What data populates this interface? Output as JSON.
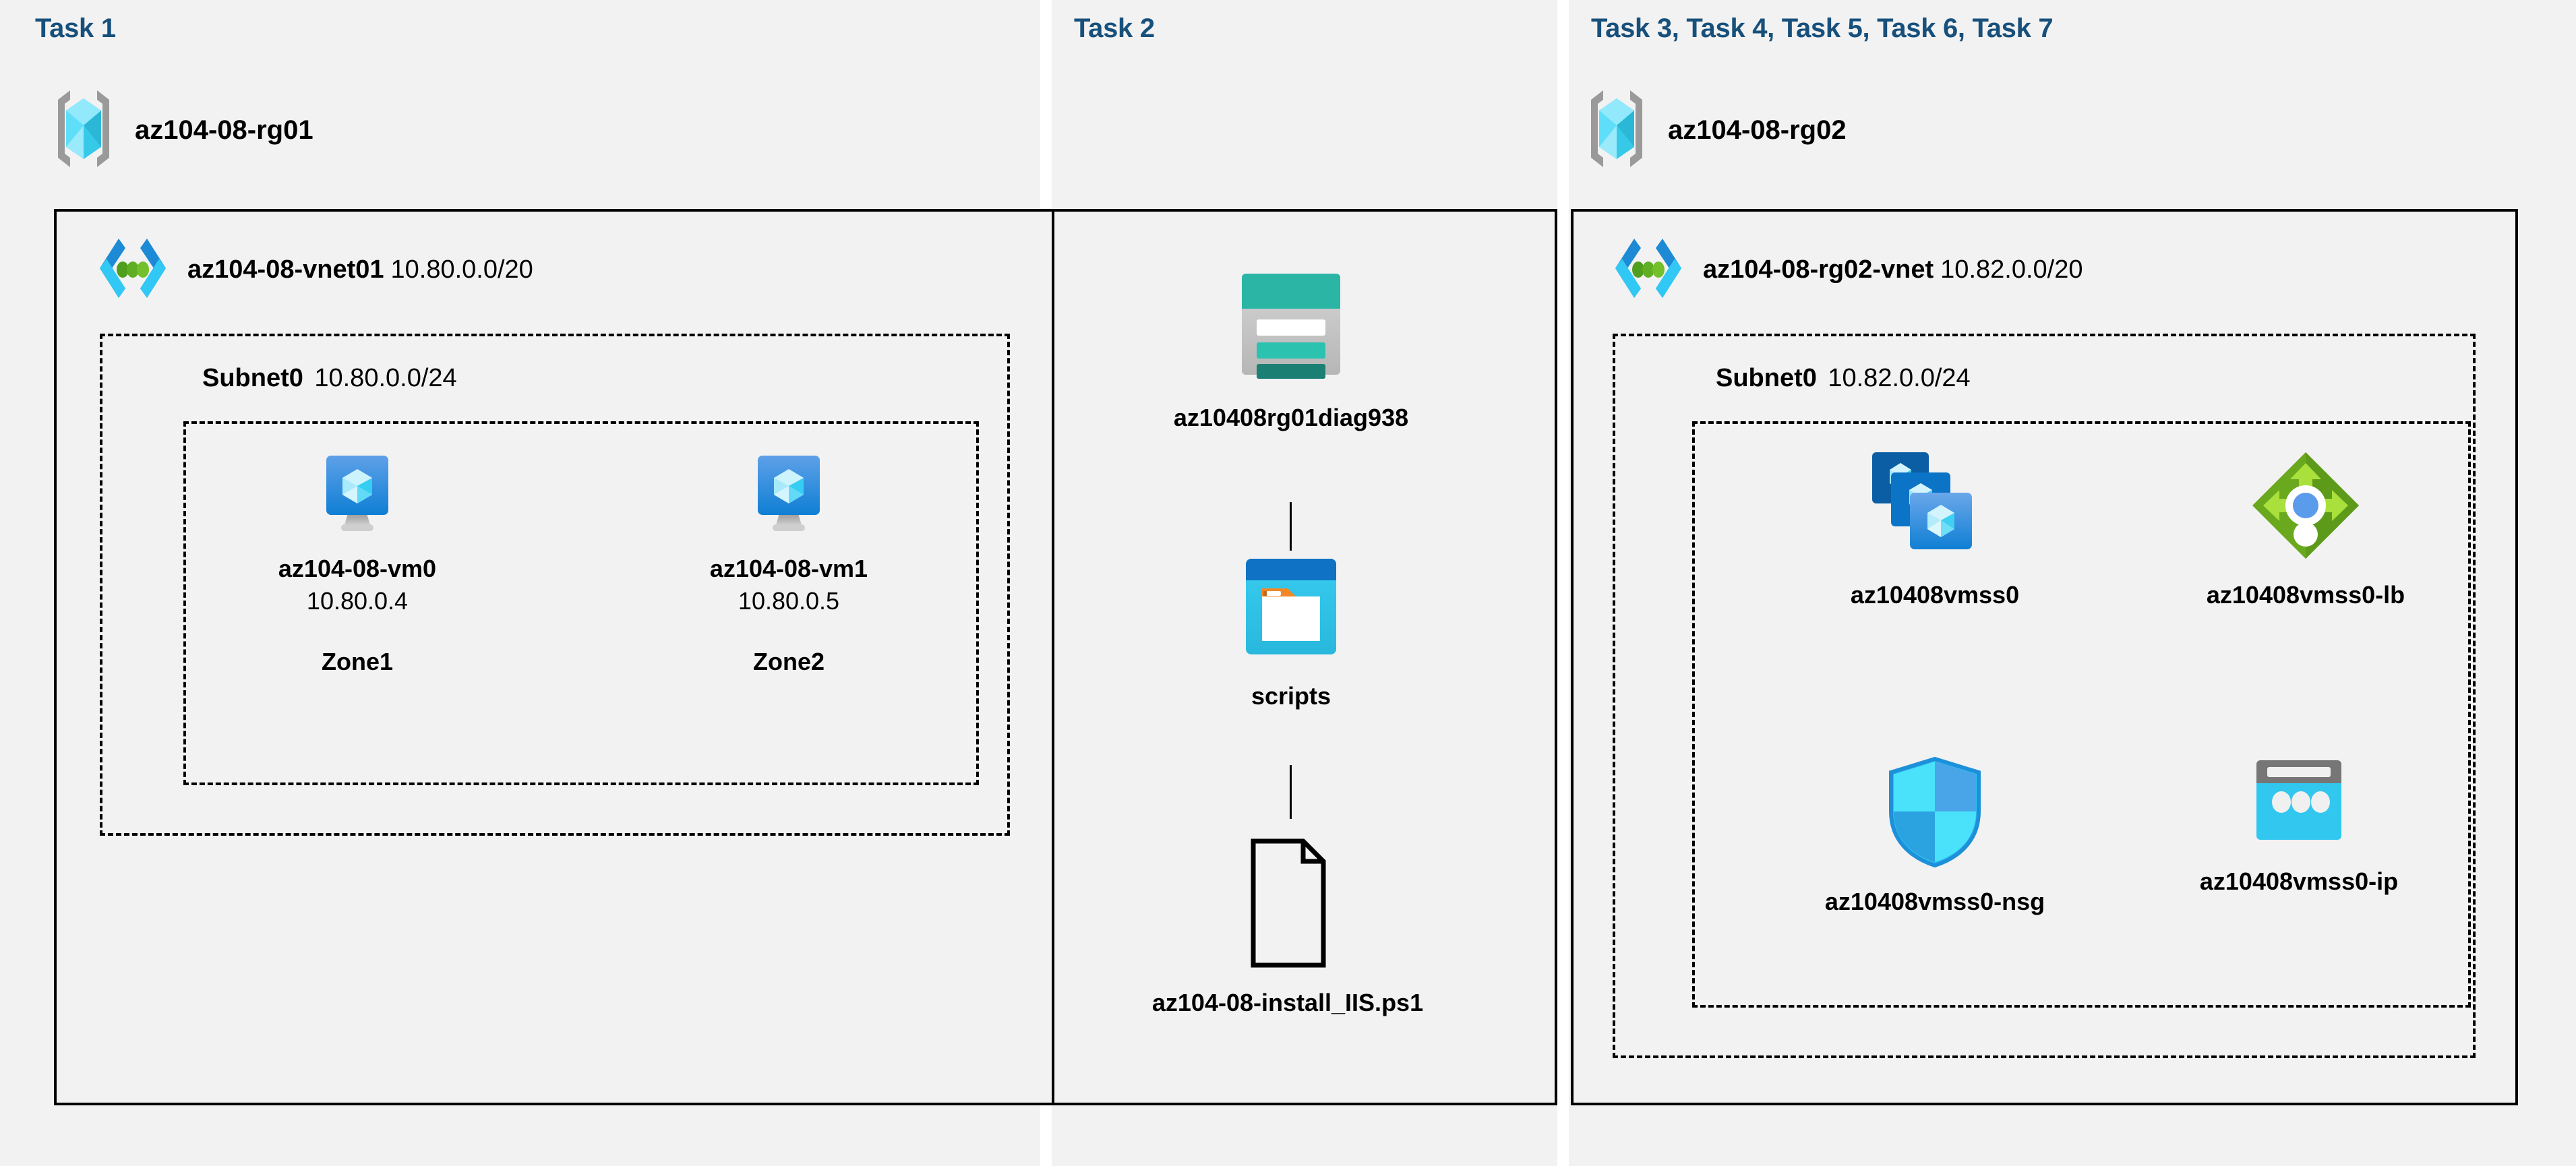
{
  "columns": [
    {
      "id": "task1",
      "header": "Task 1"
    },
    {
      "id": "task2",
      "header": "Task 2"
    },
    {
      "id": "task3",
      "header": "Task 3, Task 4, Task 5, Task 6, Task 7"
    }
  ],
  "colors": {
    "task_header": "#18507c",
    "panel_background": "#f2f2f2",
    "canvas_background": "#ffffff",
    "border": "#000000",
    "vm_icon_blue": "#0078d4",
    "vnet_icon_blue": "#1d8ad6",
    "vnet_icon_green": "#57a300",
    "storage_teal": "#2bb5a5",
    "container_blue": "#0f72c4",
    "lb_green": "#73ad20",
    "nsg_blue": "#32bdf0",
    "ip_cyan": "#32bdf0",
    "rg_cube_cyan": "#3fd6f5",
    "rg_bracket_gray": "#949494"
  },
  "task1": {
    "resource_group": {
      "icon": "resource-group-icon",
      "label": "az104-08-rg01"
    },
    "vnet": {
      "icon": "virtual-network-icon",
      "name": "az104-08-vnet01",
      "cidr": "10.80.0.0/20"
    },
    "subnet": {
      "name": "Subnet0",
      "cidr": "10.80.0.0/24"
    },
    "vms": [
      {
        "icon": "virtual-machine-icon",
        "name": "az104-08-vm0",
        "ip": "10.80.0.4",
        "zone": "Zone1"
      },
      {
        "icon": "virtual-machine-icon",
        "name": "az104-08-vm1",
        "ip": "10.80.0.5",
        "zone": "Zone2"
      }
    ]
  },
  "task2": {
    "storage_account": {
      "icon": "storage-account-icon",
      "label": "az10408rg01diag938"
    },
    "container": {
      "icon": "blob-container-icon",
      "label": "scripts"
    },
    "script_file": {
      "icon": "file-document-icon",
      "label": "az104-08-install_IIS.ps1"
    }
  },
  "task3": {
    "resource_group": {
      "icon": "resource-group-icon",
      "label": "az104-08-rg02"
    },
    "vnet": {
      "icon": "virtual-network-icon",
      "name": "az104-08-rg02-vnet",
      "cidr": "10.82.0.0/20"
    },
    "subnet": {
      "name": "Subnet0",
      "cidr": "10.82.0.0/24"
    },
    "resources": [
      {
        "icon": "vm-scale-set-icon",
        "label": "az10408vmss0"
      },
      {
        "icon": "load-balancer-icon",
        "label": "az10408vmss0-lb"
      },
      {
        "icon": "network-security-group-icon",
        "label": "az10408vmss0-nsg"
      },
      {
        "icon": "public-ip-address-icon",
        "label": "az10408vmss0-ip"
      }
    ]
  }
}
